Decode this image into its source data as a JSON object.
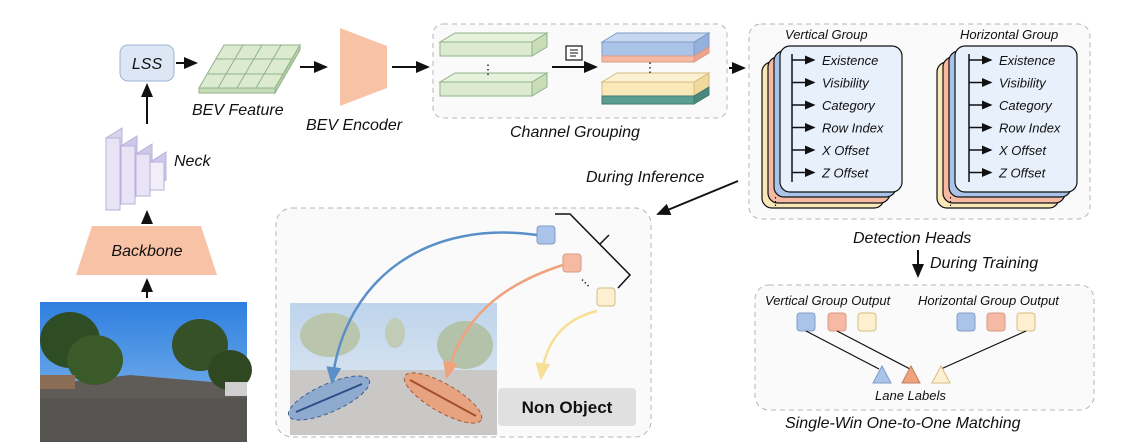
{
  "labels": {
    "lss": "LSS",
    "bev_feature": "BEV Feature",
    "bev_encoder": "BEV Encoder",
    "neck": "Neck",
    "backbone": "Backbone",
    "channel_grouping": "Channel Grouping",
    "dots": "⋮",
    "during_inference": "During Inference",
    "during_training": "During Training",
    "detection_heads": "Detection Heads",
    "vertical_group": "Vertical Group",
    "horizontal_group": "Horizontal Group",
    "non_object": "Non Object",
    "vertical_group_output": "Vertical Group Output",
    "horizontal_group_output": "Horizontal Group Output",
    "lane_labels": "Lane Labels",
    "matching": "Single-Win One-to-One Matching",
    "ellipsis": "..."
  },
  "head_items": [
    "Existence",
    "Visibility",
    "Category",
    "Row Index",
    "X Offset",
    "Z Offset"
  ],
  "colors": {
    "blue": "#a9c4e8",
    "orange": "#f2a883",
    "yellow": "#fbe8b9",
    "green": "#dcebcf",
    "teal": "#5a9e92",
    "encoder": "#f7c2a5",
    "neck": "#d9d3ee",
    "lss": "#dde6f5",
    "curve_blue": "#5b8fc9",
    "curve_orange": "#f0a27c",
    "curve_yellow": "#f8df96"
  }
}
